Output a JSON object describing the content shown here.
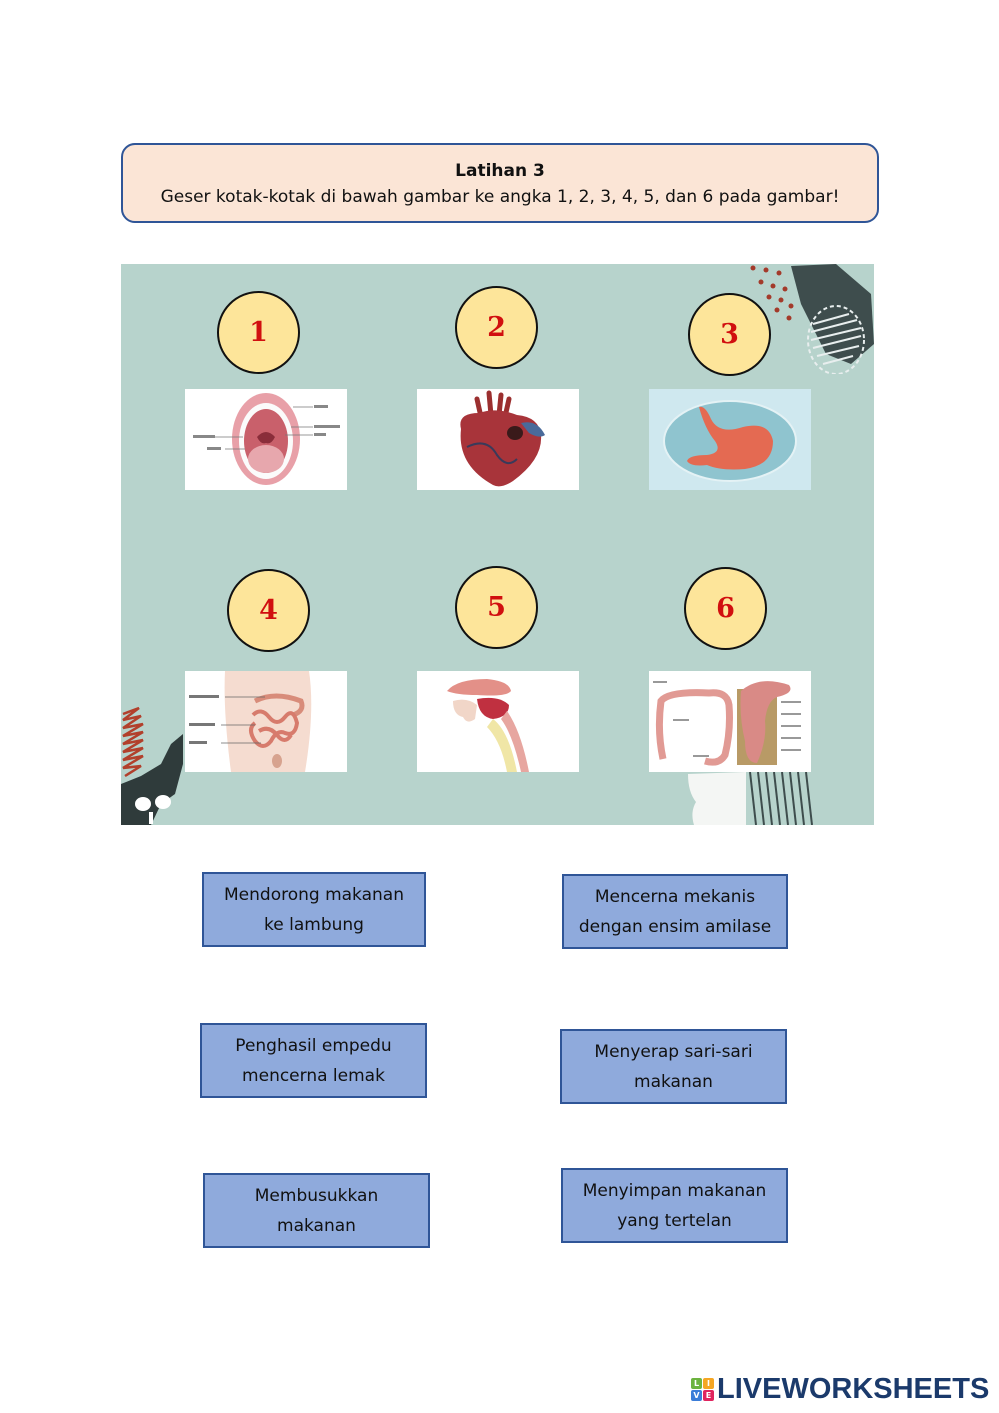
{
  "header": {
    "title": "Latihan 3",
    "instruction": "Geser kotak-kotak di bawah gambar ke angka 1, 2, 3, 4, 5, dan 6 pada gambar!"
  },
  "targets": [
    {
      "number": "1",
      "organ": "mulut",
      "image_icon": "mouth-diagram"
    },
    {
      "number": "2",
      "organ": "jantung",
      "image_icon": "heart-illustration"
    },
    {
      "number": "3",
      "organ": "lambung",
      "image_icon": "stomach-illustration"
    },
    {
      "number": "4",
      "organ": "usus halus",
      "image_icon": "small-intestine-diagram"
    },
    {
      "number": "5",
      "organ": "kerongkongan",
      "image_icon": "throat-cross-section"
    },
    {
      "number": "6",
      "organ": "usus besar",
      "image_icon": "large-intestine-diagram"
    }
  ],
  "drag_boxes": [
    {
      "label": "Mendorong makanan\nke lambung"
    },
    {
      "label": "Mencerna mekanis\ndengan ensim amilase"
    },
    {
      "label": "Penghasil empedu\nmencerna lemak"
    },
    {
      "label": "Menyerap sari-sari\nmakanan"
    },
    {
      "label": "Membusukkan\nmakanan"
    },
    {
      "label": "Menyimpan makanan\nyang tertelan"
    }
  ],
  "brand": {
    "name": "LIVEWORKSHEETS",
    "letters": [
      "L",
      "I",
      "V",
      "E"
    ],
    "letter_colors": [
      "#6cb33f",
      "#f5a623",
      "#3b7dd8",
      "#e0245e"
    ],
    "text_color": "#1b3a6b"
  },
  "colors": {
    "panel_bg": "#b7d3cc",
    "circle_fill": "#fde59a",
    "number_color": "#d10f0f",
    "box_fill": "#8faadc",
    "box_border": "#2f5597",
    "header_fill": "#fbe5d6"
  }
}
